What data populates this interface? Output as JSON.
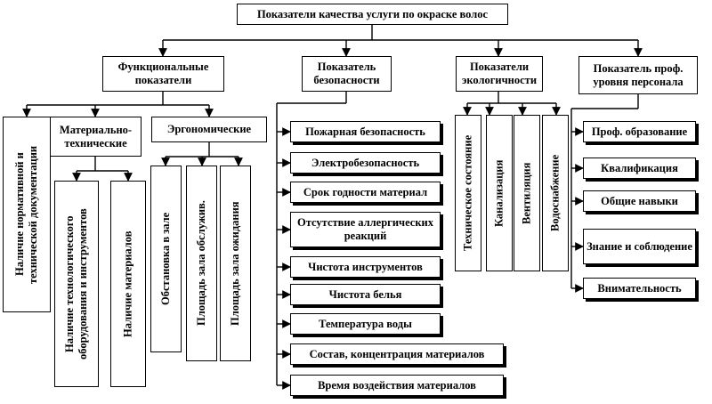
{
  "root": "Показатели качества услуги по окраске волос",
  "categories": {
    "functional": "Функциональные показатели",
    "safety": "Показатель безопасности",
    "ecology": "Показатели экологичности",
    "staff": "Показатель проф. уровня персонала"
  },
  "functional": {
    "documentation": "Наличие нормативной и технической документации",
    "material_technical": "Материально-технические",
    "ergonomic": "Эргономические",
    "equipment": "Наличие технологического оборудования и инструментов",
    "materials": "Наличие материалов",
    "hall_setting": "Обстановка в зале",
    "service_area": "Площадь зала обслужив.",
    "waiting_area": "Площадь зала ожидания"
  },
  "safety_items": [
    "Пожарная безопасность",
    "Электробезопасность",
    "Срок годности материал",
    "Отсутствие аллергических реакций",
    "Чистота инструментов",
    "Чистота белья",
    "Температура воды",
    "Состав, концентрация материалов",
    "Время воздействия материалов"
  ],
  "ecology_items": [
    "Техническое состояние",
    "Канализация",
    "Вентиляция",
    "Водоснабжение"
  ],
  "staff_items": [
    "Проф. образование",
    "Квалификация",
    "Общие навыки",
    "Знание и соблюдение",
    "Внимательность"
  ]
}
